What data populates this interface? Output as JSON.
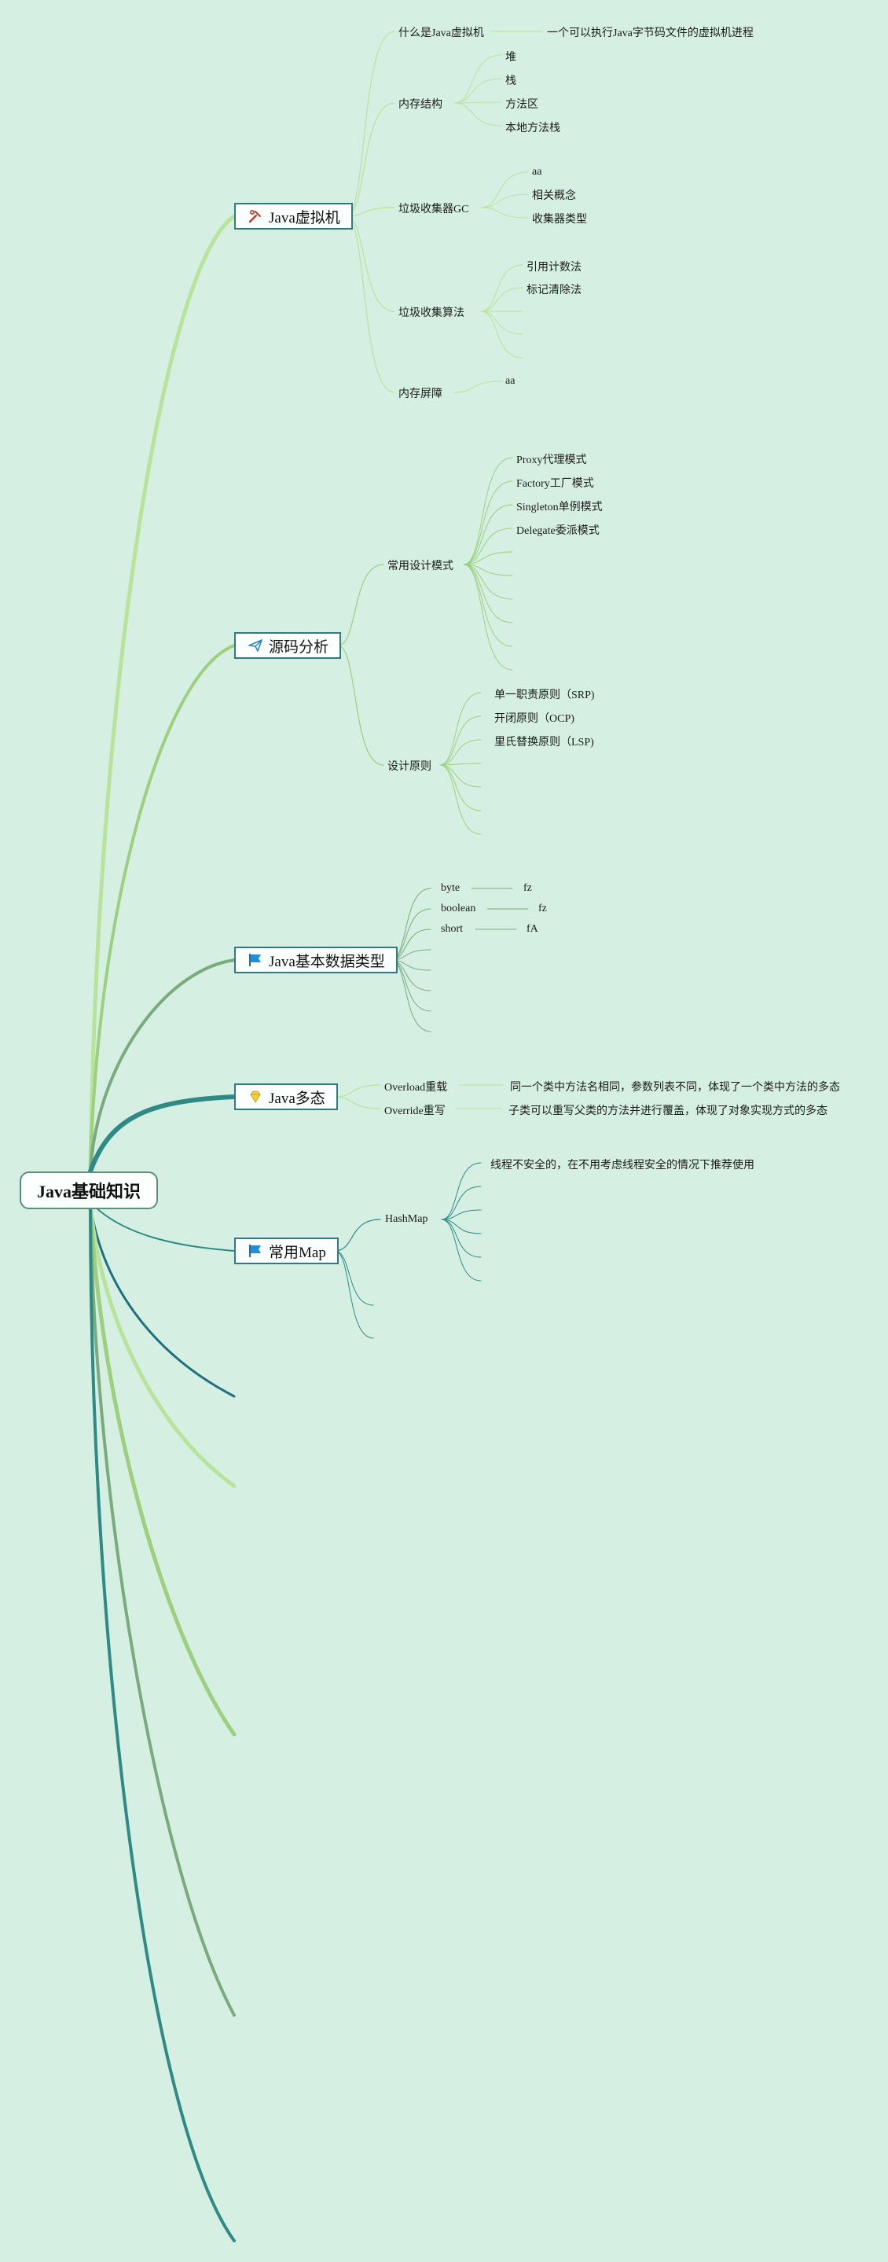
{
  "root": {
    "label": "Java基础知识"
  },
  "branches": [
    {
      "label": "Java虚拟机",
      "icon": "tools-icon",
      "children": [
        {
          "label": "什么是Java虚拟机",
          "children": [
            {
              "label": "一个可以执行Java字节码文件的虚拟机进程"
            }
          ]
        },
        {
          "label": "内存结构",
          "children": [
            {
              "label": "堆"
            },
            {
              "label": "栈"
            },
            {
              "label": "方法区"
            },
            {
              "label": "本地方法栈"
            }
          ]
        },
        {
          "label": "垃圾收集器GC",
          "children": [
            {
              "label": "aa"
            },
            {
              "label": "相关概念"
            },
            {
              "label": "收集器类型"
            }
          ]
        },
        {
          "label": "垃圾收集算法",
          "children": [
            {
              "label": "引用计数法"
            },
            {
              "label": "标记清除法"
            },
            {
              "label": ""
            },
            {
              "label": ""
            },
            {
              "label": ""
            }
          ]
        },
        {
          "label": "内存屏障",
          "children": [
            {
              "label": "aa"
            }
          ]
        }
      ]
    },
    {
      "label": "源码分析",
      "icon": "paper-plane-icon",
      "children": [
        {
          "label": "常用设计模式",
          "children": [
            {
              "label": "Proxy代理模式"
            },
            {
              "label": "Factory工厂模式"
            },
            {
              "label": "Singleton单例模式"
            },
            {
              "label": "Delegate委派模式"
            },
            {
              "label": ""
            },
            {
              "label": ""
            },
            {
              "label": ""
            },
            {
              "label": ""
            },
            {
              "label": ""
            },
            {
              "label": ""
            }
          ]
        },
        {
          "label": "设计原则",
          "children": [
            {
              "label": "单一职责原则（SRP)"
            },
            {
              "label": "开闭原则（OCP)"
            },
            {
              "label": "里氏替换原则（LSP)"
            },
            {
              "label": ""
            },
            {
              "label": ""
            },
            {
              "label": ""
            }
          ]
        }
      ]
    },
    {
      "label": "Java基本数据类型",
      "icon": "flag-icon",
      "children": [
        {
          "label": "byte",
          "children": [
            {
              "label": "fz"
            }
          ]
        },
        {
          "label": "boolean",
          "children": [
            {
              "label": "fz"
            }
          ]
        },
        {
          "label": "short",
          "children": [
            {
              "label": "fA"
            }
          ]
        },
        {
          "label": ""
        },
        {
          "label": ""
        },
        {
          "label": ""
        },
        {
          "label": ""
        }
      ]
    },
    {
      "label": "Java多态",
      "icon": "diamond-icon",
      "children": [
        {
          "label": "Overload重载",
          "children": [
            {
              "label": "同一个类中方法名相同，参数列表不同，体现了一个类中方法的多态"
            }
          ]
        },
        {
          "label": "Override重写",
          "children": [
            {
              "label": "子类可以重写父类的方法并进行覆盖，体现了对象实现方式的多态"
            }
          ]
        }
      ]
    },
    {
      "label": "常用Map",
      "icon": "flag-icon",
      "children": [
        {
          "label": "HashMap",
          "children": [
            {
              "label": "线程不安全的，在不用考虑线程安全的情况下推荐使用"
            },
            {
              "label": ""
            },
            {
              "label": ""
            },
            {
              "label": ""
            },
            {
              "label": ""
            },
            {
              "label": ""
            }
          ]
        },
        {
          "label": ""
        },
        {
          "label": ""
        }
      ]
    },
    {
      "label": ""
    },
    {
      "label": ""
    },
    {
      "label": ""
    },
    {
      "label": ""
    },
    {
      "label": ""
    }
  ],
  "colors": {
    "background": "#d5f0e3",
    "branch_border": "#2f7a83",
    "line_light": "#b8e39a",
    "line_mid": "#9ccf7e",
    "line_green": "#7aab7d",
    "line_teal": "#2f8a85",
    "line_dark": "#1f6f80"
  }
}
